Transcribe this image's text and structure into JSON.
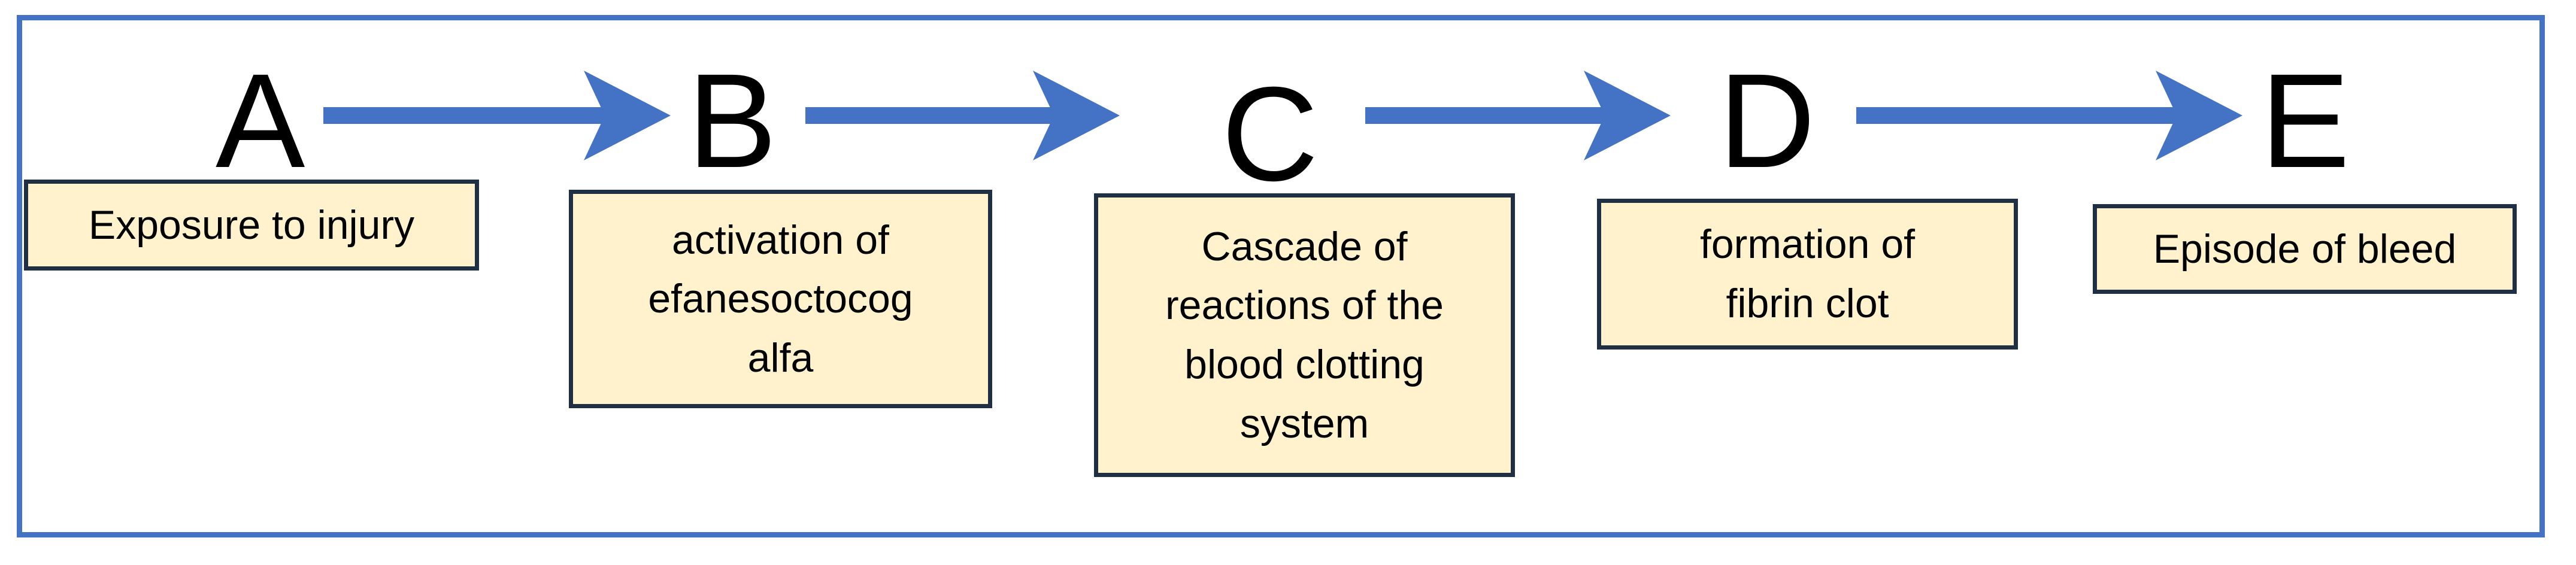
{
  "steps": [
    {
      "letter": "A",
      "description": "Exposure to injury"
    },
    {
      "letter": "B",
      "description": "activation of efanesoctocog alfa"
    },
    {
      "letter": "C",
      "description": "Cascade of reactions of the blood clotting system"
    },
    {
      "letter": "D",
      "description": "formation of fibrin clot"
    },
    {
      "letter": "E",
      "description": "Episode of bleed"
    }
  ],
  "colors": {
    "frame": "#4472c4",
    "arrow": "#4472c4",
    "box_fill": "#fff2cc",
    "box_border": "#1f2f44",
    "text": "#000000"
  }
}
